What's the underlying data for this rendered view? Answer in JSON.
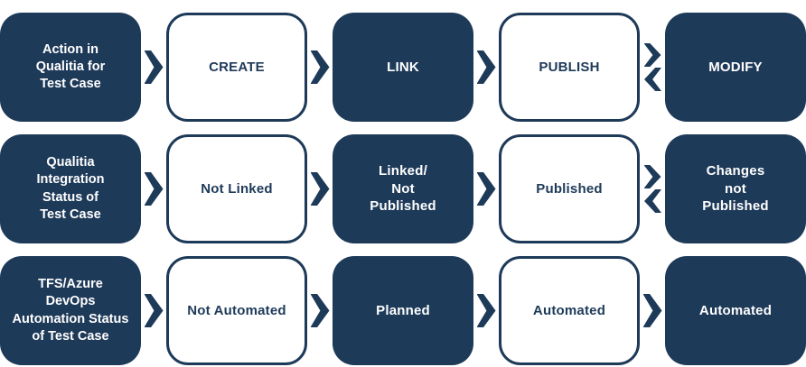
{
  "colors": {
    "navy": "#1e3a59",
    "background": "#ffffff",
    "dark_box_text": "#ffffff",
    "light_box_text": "#1e3a59"
  },
  "rows": [
    {
      "label": "Action in\nQualitia for\nTest Case",
      "steps": [
        "CREATE",
        "LINK",
        "PUBLISH",
        "MODIFY"
      ],
      "connectors": [
        "forward",
        "forward",
        "forward",
        "bidirectional"
      ]
    },
    {
      "label": "Qualitia\nIntegration\nStatus of\nTest Case",
      "steps": [
        "Not Linked",
        "Linked/\nNot\nPublished",
        "Published",
        "Changes\nnot\nPublished"
      ],
      "connectors": [
        "forward",
        "forward",
        "forward",
        "bidirectional"
      ]
    },
    {
      "label": "TFS/Azure\nDevOps\nAutomation Status\nof Test Case",
      "steps": [
        "Not Automated",
        "Planned",
        "Automated",
        "Automated"
      ],
      "connectors": [
        "forward",
        "forward",
        "forward",
        "forward"
      ]
    }
  ]
}
